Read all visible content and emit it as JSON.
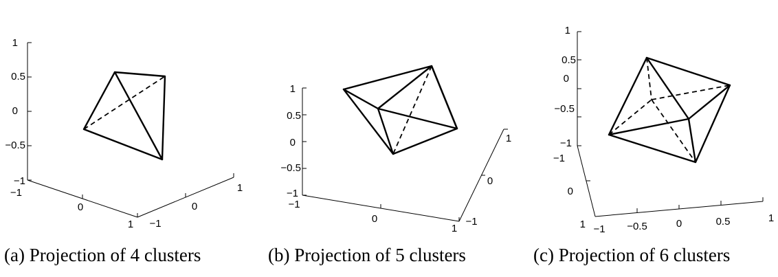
{
  "figures": [
    {
      "caption": "(a) Projection of 4 clusters",
      "z_ticks": [
        "1",
        "0.5",
        "0",
        "−0.5",
        "−1"
      ],
      "x_ticks": [
        "−1",
        "0",
        "1"
      ],
      "y_ticks": [
        "−1",
        "0",
        "1"
      ]
    },
    {
      "caption": "(b) Projection of 5 clusters",
      "z_ticks": [
        "1",
        "0.5",
        "0",
        "−0.5",
        "−1"
      ],
      "x_ticks": [
        "−1",
        "0",
        "1"
      ],
      "y_ticks": [
        "−1",
        "0",
        "1"
      ]
    },
    {
      "caption": "(c) Projection of 6 clusters",
      "z_ticks": [
        "1",
        "0.5",
        "0",
        "−0.5",
        "−1"
      ],
      "x_ticks": [
        "−1",
        "−0.5",
        "0",
        "0.5",
        "1"
      ],
      "y_ticks": [
        "−1",
        "0",
        "1"
      ]
    }
  ]
}
